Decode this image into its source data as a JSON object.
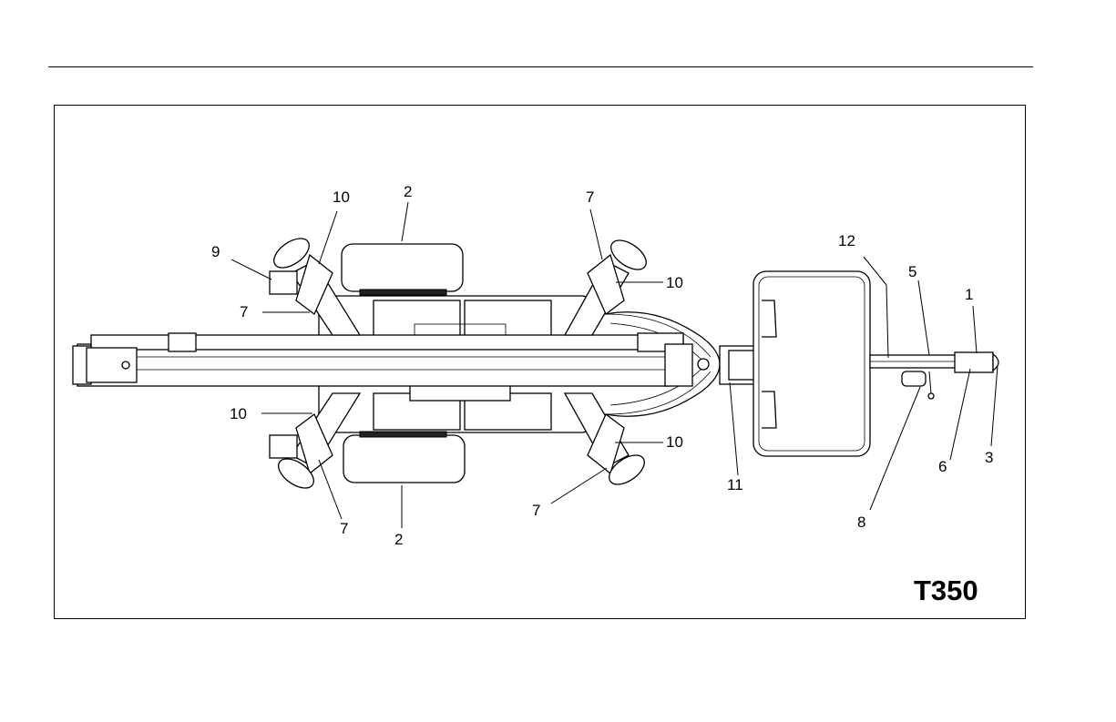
{
  "model": "T350",
  "callouts": {
    "c1": "1",
    "c2_top": "2",
    "c2_bottom": "2",
    "c3": "3",
    "c5": "5",
    "c6": "6",
    "c7_top_left": "7",
    "c7_top_right": "7",
    "c7_bottom_left": "7",
    "c7_bottom_right": "7",
    "c8": "8",
    "c9": "9",
    "c10_top_left": "10",
    "c10_top_right": "10",
    "c10_bottom_left": "10",
    "c10_bottom_right": "10",
    "c11": "11",
    "c12": "12"
  }
}
